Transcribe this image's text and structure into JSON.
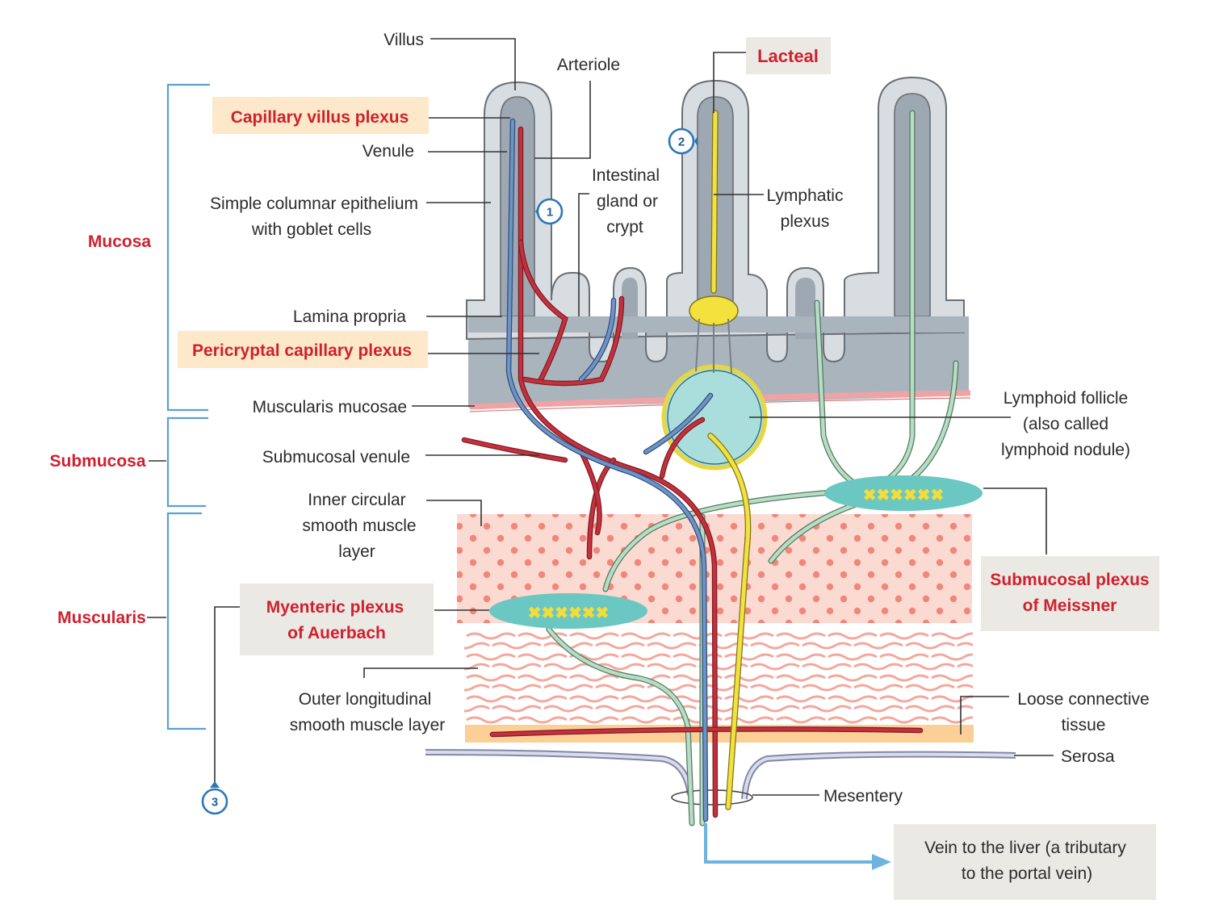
{
  "labels": {
    "villus": "Villus",
    "arteriole": "Arteriole",
    "lacteal": "Lacteal",
    "capillary_villus_plexus": "Capillary villus  plexus",
    "venule": "Venule",
    "simple_columnar_1": "Simple columnar epithelium",
    "simple_columnar_2": "with goblet cells",
    "intestinal_gland_1": "Intestinal",
    "intestinal_gland_2": "gland or",
    "intestinal_gland_3": "crypt",
    "lymphatic_plexus_1": "Lymphatic",
    "lymphatic_plexus_2": "plexus",
    "mucosa": "Mucosa",
    "lamina_propria": "Lamina propria",
    "pericryptal_capillary_plexus": "Pericryptal capillary plexus",
    "muscularis_mucosae": "Muscularis mucosae",
    "lymphoid_follicle_1": "Lymphoid follicle",
    "lymphoid_follicle_2": "(also called",
    "lymphoid_follicle_3": "lymphoid nodule)",
    "submucosa": "Submucosa",
    "submucosal_venule": "Submucosal venule",
    "inner_circular_1": "Inner circular",
    "inner_circular_2": "smooth muscle",
    "inner_circular_3": "layer",
    "submucosal_plexus_1": "Submucosal plexus",
    "submucosal_plexus_2": "of  Meissner",
    "muscularis": "Muscularis",
    "myenteric_plexus_1": "Myenteric plexus",
    "myenteric_plexus_2": "of  Auerbach",
    "outer_longitudinal_1": "Outer longitudinal",
    "outer_longitudinal_2": "smooth muscle layer",
    "loose_connective_1": "Loose connective",
    "loose_connective_2": "tissue",
    "serosa": "Serosa",
    "mesentery": "Mesentery",
    "vein_to_liver_1": "Vein to the liver (a tributary",
    "vein_to_liver_2": "to the portal vein)"
  },
  "badges": [
    "1",
    "2",
    "3"
  ],
  "colors": {
    "label_red": "#d0202e",
    "highlight_box": "#fde9c9",
    "grey_box": "#ebe9e4",
    "bracket_blue": "#5aa1d6",
    "artery_red": "#c5303d",
    "vein_blue": "#6f94c4",
    "lymph_yellow": "#f3e13d",
    "nerve_green": "#b9dcc6",
    "follicle_cyan": "#a9dedd",
    "mucosa_grey": "#aab4bd",
    "muscle_pink": "#fbdad2"
  }
}
